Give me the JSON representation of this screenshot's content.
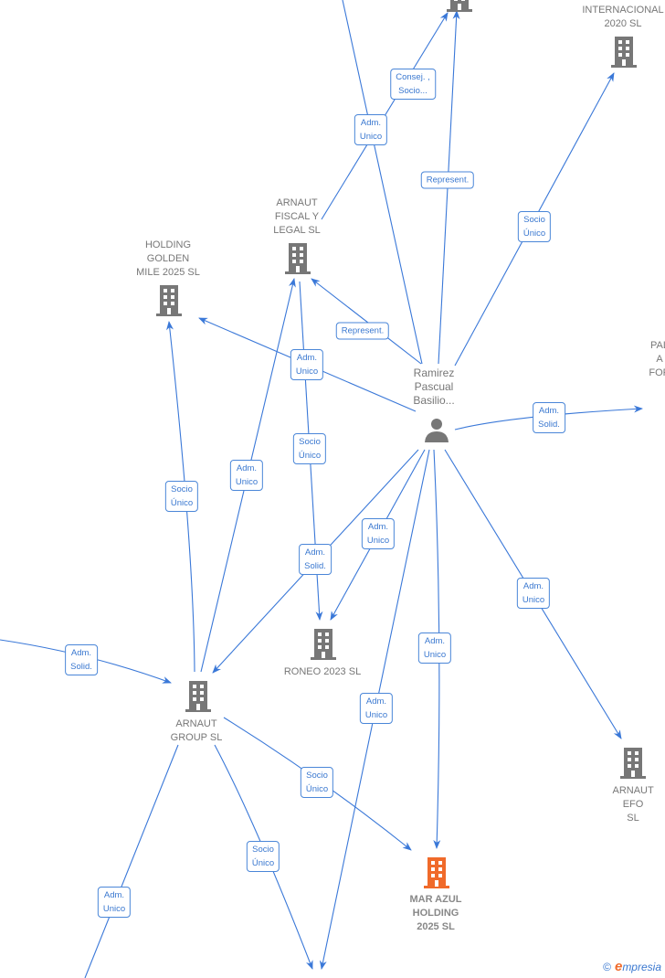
{
  "colors": {
    "edge": "#3a78d8",
    "node": "#777777",
    "highlight": "#f06a2a"
  },
  "nodes": {
    "internacional": {
      "label": "INTERNACIONAL\n2020  SL",
      "icon": "building-icon"
    },
    "fiscal": {
      "label": "ARNAUT\nFISCAL Y\nLEGAL  SL",
      "icon": "building-icon"
    },
    "golden": {
      "label": "HOLDING\nGOLDEN\nMILE 2025  SL",
      "icon": "building-icon"
    },
    "pal": {
      "label": "PAL\nA\nFOR",
      "icon": "building-icon"
    },
    "person": {
      "label": "Ramirez\nPascual\nBasilio...",
      "icon": "person-icon"
    },
    "roneo": {
      "label": "RONEO 2023  SL",
      "icon": "building-icon"
    },
    "group": {
      "label": "ARNAUT\nGROUP  SL",
      "icon": "building-icon"
    },
    "efo": {
      "label": "ARNAUT EFO\nSL",
      "icon": "building-icon"
    },
    "marazul": {
      "label": "MAR AZUL\nHOLDING\n2025  SL",
      "icon": "building-icon"
    }
  },
  "edges": [
    {
      "label": "Consej. ,\nSocio..."
    },
    {
      "label": "Adm.\nUnico"
    },
    {
      "label": "Represent."
    },
    {
      "label": "Socio\nÚnico"
    },
    {
      "label": "Represent."
    },
    {
      "label": "Adm.\nUnico"
    },
    {
      "label": "Adm.\nSolid."
    },
    {
      "label": "Adm.\nUnico"
    },
    {
      "label": "Adm.\nUnico"
    },
    {
      "label": "Adm.\nUnico"
    },
    {
      "label": "Adm.\nUnico"
    },
    {
      "label": "Adm.\nSolid."
    },
    {
      "label": "Socio\nÚnico"
    },
    {
      "label": "Adm.\nUnico"
    },
    {
      "label": "Socio\nÚnico"
    },
    {
      "label": "Adm.\nSolid."
    },
    {
      "label": "Socio\nÚnico"
    },
    {
      "label": "Socio\nÚnico"
    },
    {
      "label": "Adm.\nUnico"
    }
  ],
  "footer": {
    "copyright": "©",
    "brand_e": "e",
    "brand": "mpresia"
  }
}
